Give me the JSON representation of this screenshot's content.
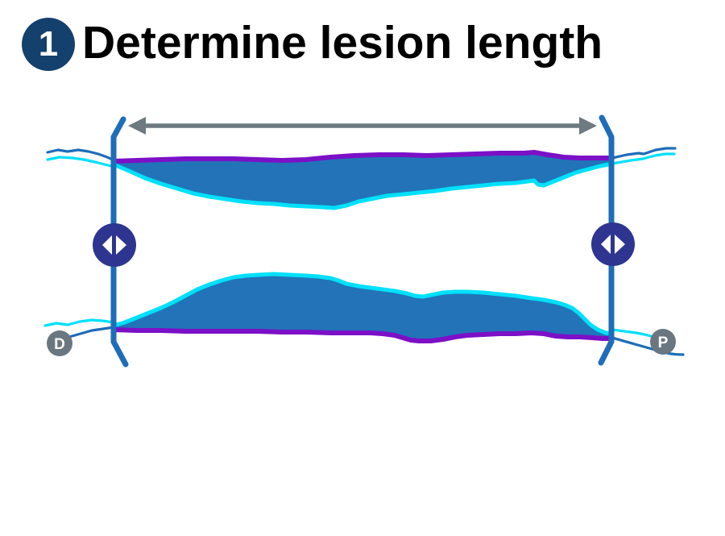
{
  "header": {
    "step_number": "1",
    "title": "Determine lesion length"
  },
  "diagram": {
    "labels": {
      "distal": "D",
      "proximal": "P"
    },
    "icons": [
      "length-measure-arrow-icon",
      "drag-handle-left-icon",
      "drag-handle-right-icon"
    ]
  },
  "colors": {
    "step_badge": "#14406e",
    "title_text": "#000000",
    "measure_arrow": "#6d7a80",
    "marker_line": "#1e6db9",
    "thin_vessel_line": "#1e6db9",
    "drag_handle": "#2e3590",
    "vessel_fill": "#2273b8",
    "lumen_line": "#00e0fb",
    "vessel_outer_line": "#7b10c7",
    "label_badge": "#6b7780"
  }
}
